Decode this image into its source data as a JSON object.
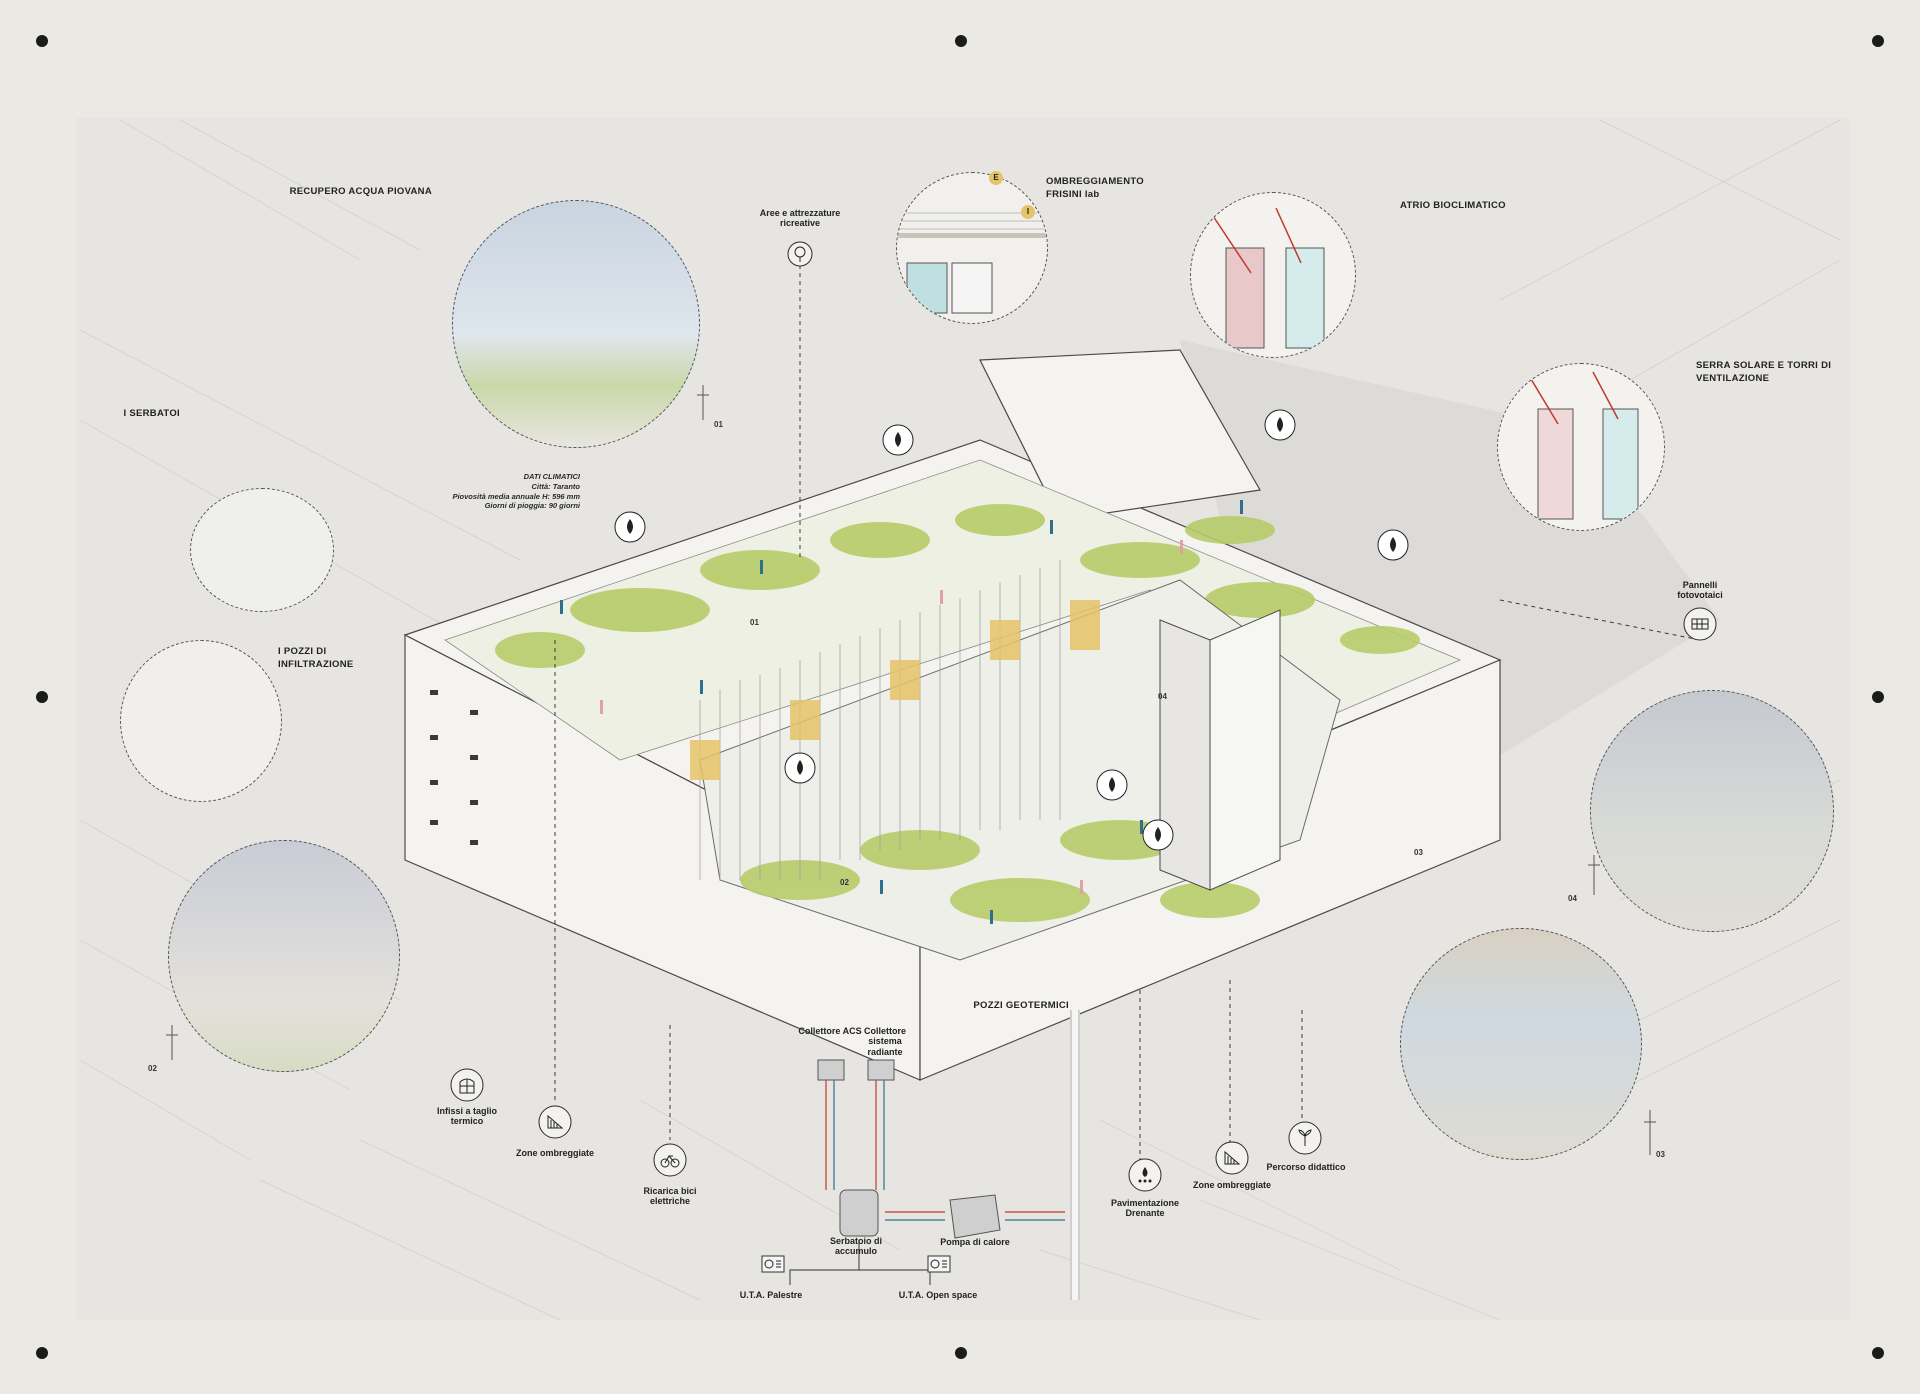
{
  "sections": {
    "rain": {
      "title": "RECUPERO ACQUA PIOVANA",
      "body": ""
    },
    "tanks": {
      "title": "I SERBATOI",
      "body": ""
    },
    "wells": {
      "title": "I POZZI DI INFILTRAZIONE",
      "body": ""
    },
    "shading": {
      "title": "OMBREGGIAMENTO FRISINI lab",
      "body": ""
    },
    "atrium": {
      "title": "ATRIO BIOCLIMATICO",
      "body": ""
    },
    "greenhouse": {
      "title": "SERRA SOLARE E TORRI DI VENTILAZIONE",
      "body": ""
    },
    "geo": {
      "title": "POZZI GEOTERMICI",
      "body": ""
    }
  },
  "climate": {
    "heading": "DATI CLIMATICI",
    "city": "Città: Taranto",
    "rainfall": "Piovosità media annuale H: 596 mm",
    "rain_days": "Giorni di pioggia: 90 giorni"
  },
  "labels": {
    "recreation": "Aree e attrezzature ricreative",
    "pv": "Pannelli fotovotaici",
    "windows": "Infissi a taglio termico",
    "shaded1": "Zone ombreggiate",
    "bike": "Ricarica bici elettriche",
    "paving": "Pavimentazione Drenante",
    "shaded2": "Zone ombreggiate",
    "path": "Percorso didattico",
    "acs": "Collettore ACS",
    "radiant": "Collettore sistema radiante",
    "tank": "Serbatoio di accumulo",
    "pump": "Pompa di calore",
    "uta1": "U.T.A. Palestre",
    "uta2": "U.T.A. Open space"
  },
  "numbers": {
    "n01a": "01",
    "n01b": "01",
    "n02a": "02",
    "n02b": "02",
    "n03a": "03",
    "n03b": "03",
    "n04a": "04",
    "n04b": "04"
  },
  "compass": {
    "e": "E",
    "i": "I"
  },
  "colors": {
    "plant": "#b8cc6a",
    "blue_people": "#2e6f8e",
    "pink_people": "#e0a0a8",
    "yellow_fins": "#e6c36a",
    "outline": "#4a4a4a"
  }
}
